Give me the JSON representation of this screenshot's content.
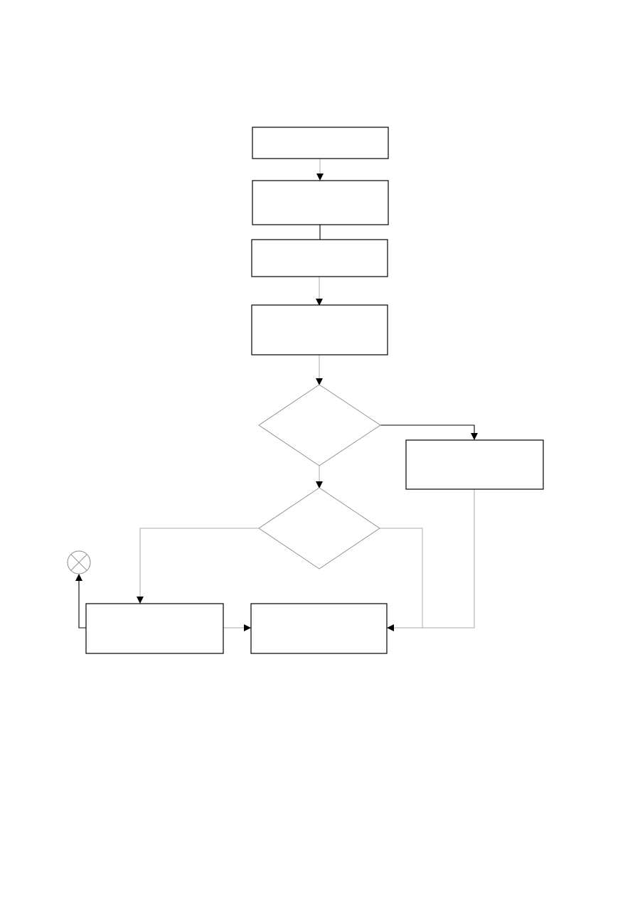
{
  "diagram": {
    "type": "flowchart",
    "nodes": [
      {
        "id": "process-1",
        "shape": "rectangle",
        "label": ""
      },
      {
        "id": "process-2",
        "shape": "rectangle",
        "label": ""
      },
      {
        "id": "process-3",
        "shape": "rectangle",
        "label": ""
      },
      {
        "id": "process-4",
        "shape": "rectangle",
        "label": ""
      },
      {
        "id": "decision-1",
        "shape": "diamond",
        "label": ""
      },
      {
        "id": "process-5",
        "shape": "rectangle",
        "label": ""
      },
      {
        "id": "decision-2",
        "shape": "diamond",
        "label": ""
      },
      {
        "id": "process-6",
        "shape": "rectangle",
        "label": ""
      },
      {
        "id": "process-7",
        "shape": "rectangle",
        "label": ""
      },
      {
        "id": "terminator-1",
        "shape": "circle-x",
        "label": ""
      }
    ],
    "edges": [
      {
        "from": "process-1",
        "to": "process-2",
        "arrow": true
      },
      {
        "from": "process-2",
        "to": "process-3",
        "arrow": false
      },
      {
        "from": "process-3",
        "to": "process-4",
        "arrow": true
      },
      {
        "from": "process-4",
        "to": "decision-1",
        "arrow": true
      },
      {
        "from": "decision-1",
        "to": "process-5",
        "arrow": true
      },
      {
        "from": "decision-1",
        "to": "decision-2",
        "arrow": true
      },
      {
        "from": "decision-2",
        "to": "process-6",
        "arrow": true
      },
      {
        "from": "decision-2",
        "to": "process-7",
        "arrow": true
      },
      {
        "from": "process-5",
        "to": "process-7",
        "arrow": true
      },
      {
        "from": "process-6",
        "to": "process-7",
        "arrow": true
      },
      {
        "from": "process-6",
        "to": "terminator-1",
        "arrow": true
      }
    ],
    "colors": {
      "box_stroke": "#000000",
      "diamond_stroke": "#8a8a8a",
      "connector_light": "#a8a8a8",
      "background": "#ffffff"
    }
  }
}
